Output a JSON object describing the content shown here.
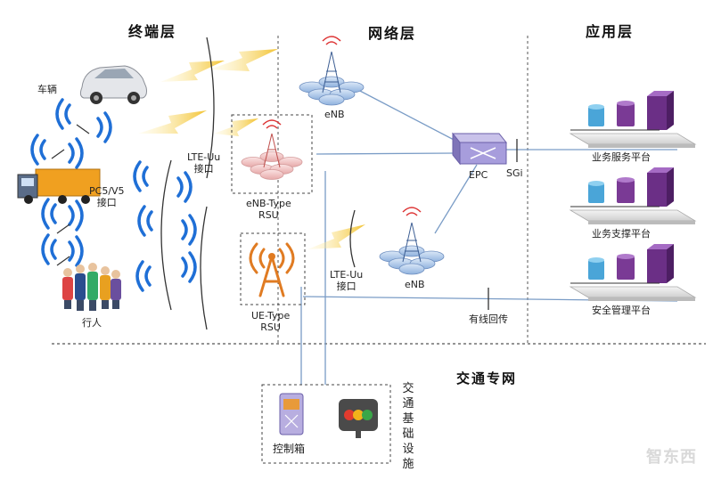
{
  "layers": {
    "terminal": "终端层",
    "network": "网络层",
    "application": "应用层",
    "traffic_network": "交通专网"
  },
  "terminals": {
    "vehicle": "车辆",
    "pedestrian": "行人",
    "pc5_line1": "PC5/V5",
    "pc5_line2": "接口",
    "lte_uu_line1": "LTE-Uu",
    "lte_uu_line2": "接口"
  },
  "network": {
    "enb_top": "eNB",
    "enb_bottom": "eNB",
    "epc": "EPC",
    "sgi": "SGi",
    "enb_rsu_line1": "eNB-Type",
    "enb_rsu_line2": "RSU",
    "ue_rsu_line1": "UE-Type",
    "ue_rsu_line2": "RSU",
    "lte_uu2_line1": "LTE-Uu",
    "lte_uu2_line2": "接口",
    "wired_backhaul": "有线回传"
  },
  "platforms": {
    "service": "业务服务平台",
    "support": "业务支撑平台",
    "security": "安全管理平台"
  },
  "infrastructure": {
    "control_box": "控制箱",
    "vertical_label": [
      "交",
      "通",
      "基",
      "础",
      "设",
      "施"
    ]
  },
  "watermark": "智东西",
  "colors": {
    "link_blue": "#7a9cc6",
    "radio_blue": "#1f6fd6",
    "lightning": "#f2c230",
    "rsu_red": "#d9534f",
    "rsu_orange": "#e07b22",
    "epc_purple": "#8a7fc2",
    "server_purple": "#6b2f86",
    "db_blue": "#4aa5d8"
  }
}
